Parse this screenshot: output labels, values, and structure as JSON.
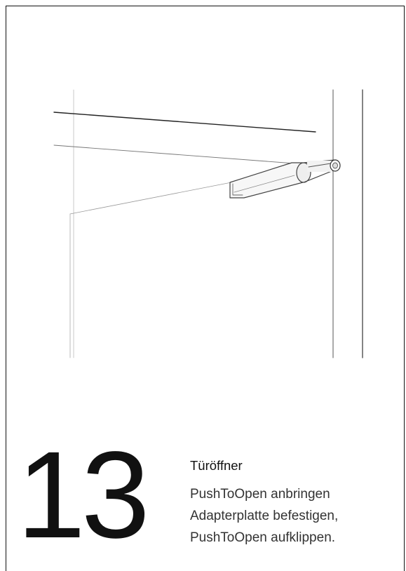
{
  "step": {
    "number": "13",
    "title": "Türöffner",
    "lines": [
      "PushToOpen anbringen",
      "Adapterplatte befestigen,",
      "PushToOpen aufklippen."
    ]
  },
  "colors": {
    "text": "#111111",
    "body_text": "#333333",
    "line_art": "#555555",
    "background": "#ffffff"
  },
  "icons": {
    "illustration": "push-to-open-assembly-illustration"
  }
}
